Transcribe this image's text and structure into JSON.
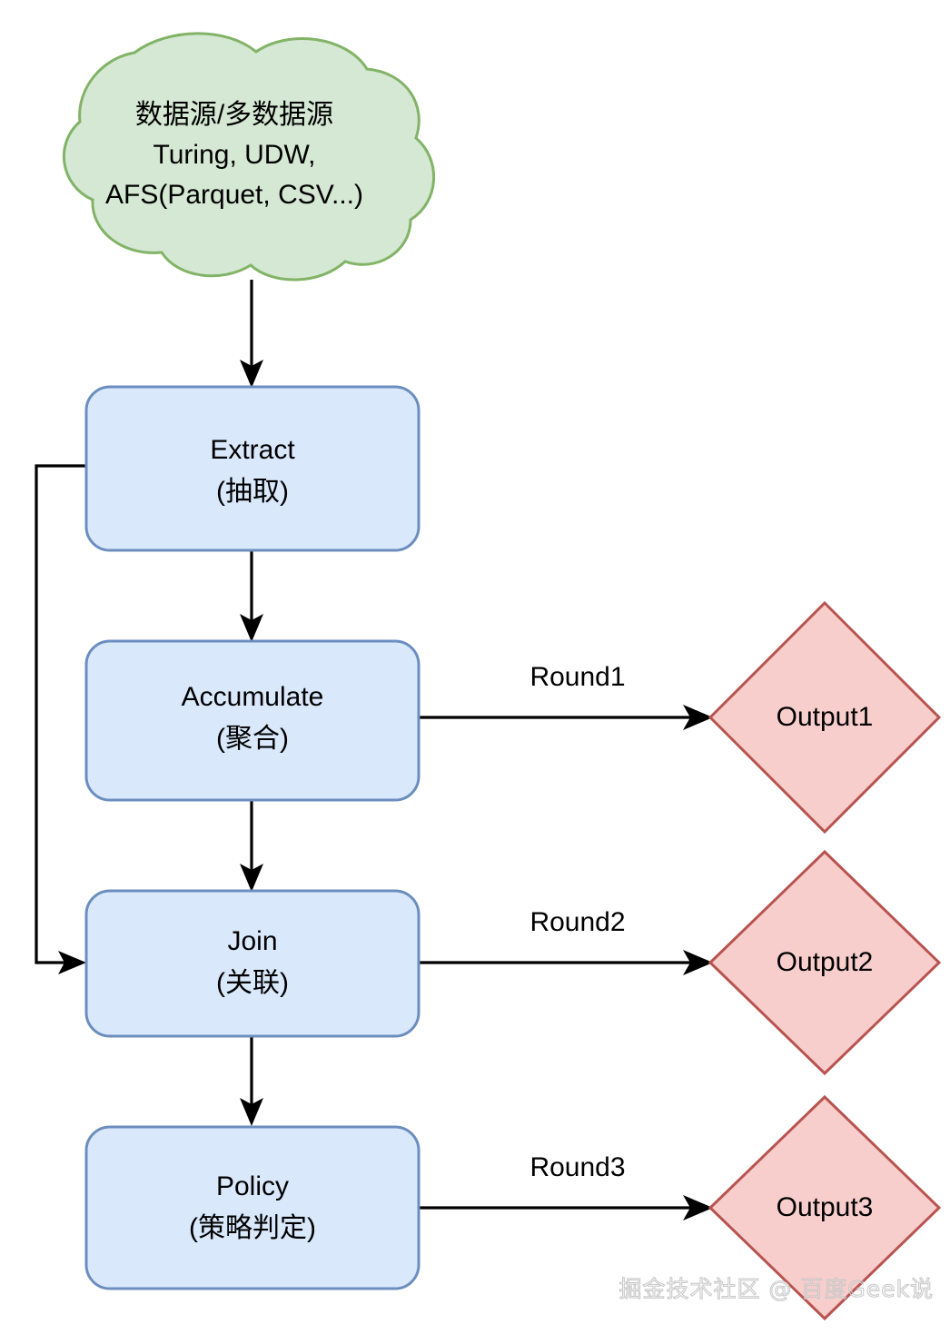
{
  "diagram": {
    "title": "ETL pipeline flowchart",
    "background_color": "#ffffff",
    "palette": {
      "cloud_fill": "#d5e8d4",
      "cloud_stroke": "#82b366",
      "process_fill": "#dae8fc",
      "process_stroke": "#6c8ebf",
      "output_fill": "#f8cecc",
      "output_stroke": "#b85450",
      "edge_color": "#000000",
      "text_color": "#000000",
      "watermark_color": "#c9c9c9"
    }
  },
  "source_node": {
    "shape": "cloud",
    "lines": [
      "数据源/多数据源",
      "Turing, UDW,",
      "AFS(Parquet, CSV...)"
    ]
  },
  "process_nodes": [
    {
      "id": "extract",
      "title": "Extract",
      "subtitle": "(抽取)"
    },
    {
      "id": "accumulate",
      "title": "Accumulate",
      "subtitle": "(聚合)"
    },
    {
      "id": "join",
      "title": "Join",
      "subtitle": "(关联)"
    },
    {
      "id": "policy",
      "title": "Policy",
      "subtitle": "(策略判定)"
    }
  ],
  "output_nodes": [
    {
      "id": "output1",
      "label": "Output1"
    },
    {
      "id": "output2",
      "label": "Output2"
    },
    {
      "id": "output3",
      "label": "Output3"
    }
  ],
  "edge_labels": [
    {
      "id": "round1",
      "label": "Round1"
    },
    {
      "id": "round2",
      "label": "Round2"
    },
    {
      "id": "round3",
      "label": "Round3"
    }
  ],
  "watermark": {
    "text": "掘金技术社区 @ 百度Geek说"
  }
}
